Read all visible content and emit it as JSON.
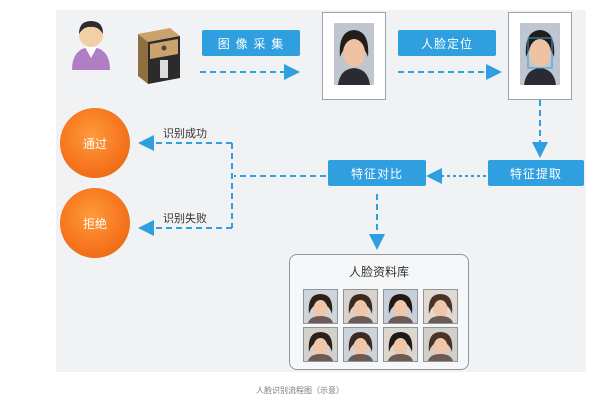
{
  "nodes": {
    "capture": "图 像 采 集",
    "face_locate": "人脸定位",
    "feature_extract": "特征提取",
    "feature_compare": "特征对比",
    "pass": "通过",
    "reject": "拒绝"
  },
  "edges": {
    "success": "识别成功",
    "failure": "识别失败"
  },
  "database": {
    "title": "人脸资料库",
    "count": 8
  },
  "caption": "人脸识别流程图（示意）",
  "colors": {
    "primary_blue": "#2f9fe0",
    "orange": "#f5731c",
    "background": "#f1f2f4"
  }
}
